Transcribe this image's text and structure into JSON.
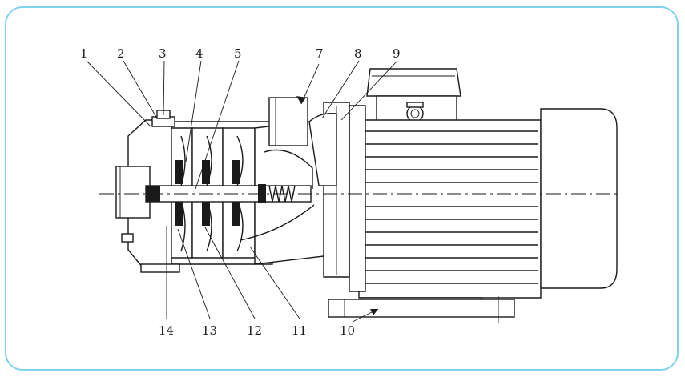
{
  "diagram": {
    "part_labels": [
      {
        "id": "p1",
        "text": "1"
      },
      {
        "id": "p2",
        "text": "2"
      },
      {
        "id": "p3",
        "text": "3"
      },
      {
        "id": "p4",
        "text": "4"
      },
      {
        "id": "p5",
        "text": "5"
      },
      {
        "id": "p7",
        "text": "7"
      },
      {
        "id": "p8",
        "text": "8"
      },
      {
        "id": "p9",
        "text": "9"
      },
      {
        "id": "p10",
        "text": "10"
      },
      {
        "id": "p11",
        "text": "11"
      },
      {
        "id": "p12",
        "text": "12"
      },
      {
        "id": "p13",
        "text": "13"
      },
      {
        "id": "p14",
        "text": "14"
      }
    ],
    "colors": {
      "frame": "#7fd3ea",
      "ink": "#1a1a1a",
      "background": "#ffffff"
    }
  }
}
